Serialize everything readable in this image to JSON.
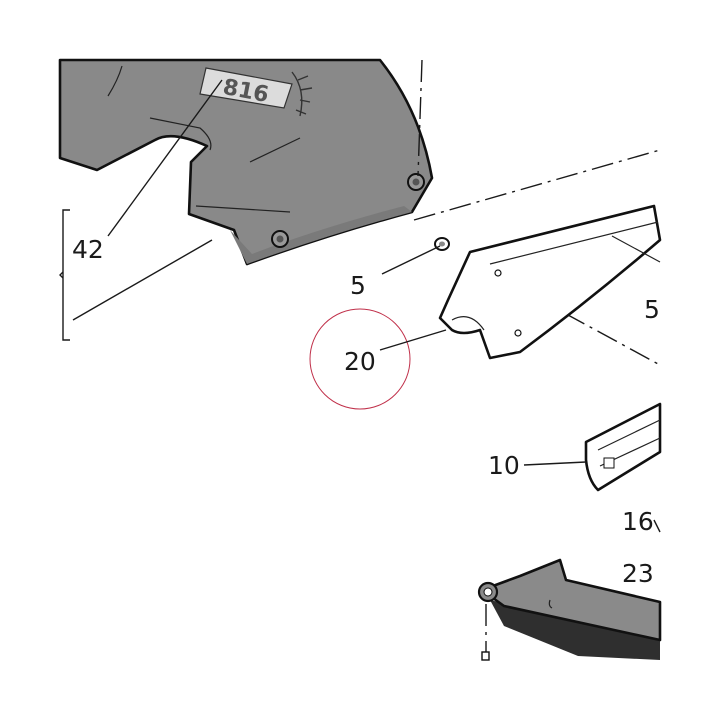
{
  "diagram": {
    "callouts": {
      "c42": "42",
      "c5a": "5",
      "c5b": "5",
      "c20": "20",
      "c10": "10",
      "c16": "16",
      "c23": "23"
    },
    "emblem_text": "816",
    "colors": {
      "panel_fill": "#888888",
      "panel_dark": "#6f6f6f",
      "part_outline": "#111111",
      "highlight_circle": "#c0304a",
      "leader_line": "#1a1a1a"
    }
  }
}
